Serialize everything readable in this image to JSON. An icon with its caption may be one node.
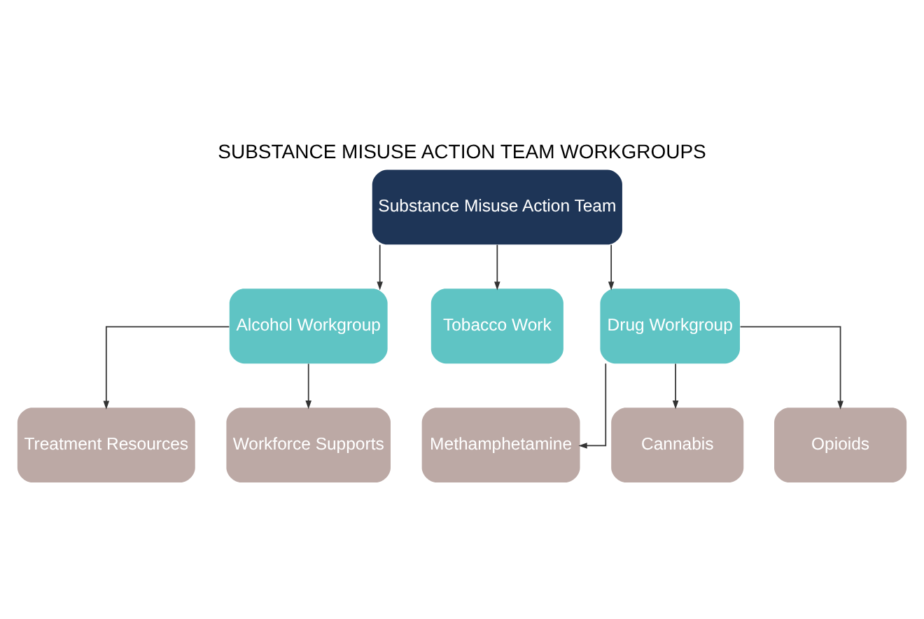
{
  "diagram": {
    "title": "SUBSTANCE MISUSE ACTION TEAM WORKGROUPS",
    "nodes": [
      {
        "text": [
          "Substance Misuse Action Team"
        ]
      },
      {
        "text": [
          "Alcohol Workgroup"
        ]
      },
      {
        "text": [
          "Tobacco Work"
        ]
      },
      {
        "text": [
          "Drug Workgroup"
        ]
      },
      {
        "text": [
          "Treatment Resources"
        ]
      },
      {
        "text": [
          "Workforce Supports"
        ]
      },
      {
        "text": [
          "Methamphetamine"
        ]
      },
      {
        "text": [
          "Cannabis"
        ]
      },
      {
        "text": [
          "Opioids"
        ]
      }
    ],
    "edges": [
      {
        "from": 0,
        "to": 1,
        "arrow": "to"
      },
      {
        "from": 0,
        "to": 2,
        "arrow": "to"
      },
      {
        "from": 0,
        "to": 3,
        "arrow": "to"
      },
      {
        "from": 1,
        "to": 4,
        "arrow": "to"
      },
      {
        "from": 1,
        "to": 5,
        "arrow": "to"
      },
      {
        "from": 3,
        "to": 6,
        "arrow": "to"
      },
      {
        "from": 3,
        "to": 7,
        "arrow": "to"
      },
      {
        "from": 3,
        "to": 8,
        "arrow": "to"
      }
    ]
  }
}
